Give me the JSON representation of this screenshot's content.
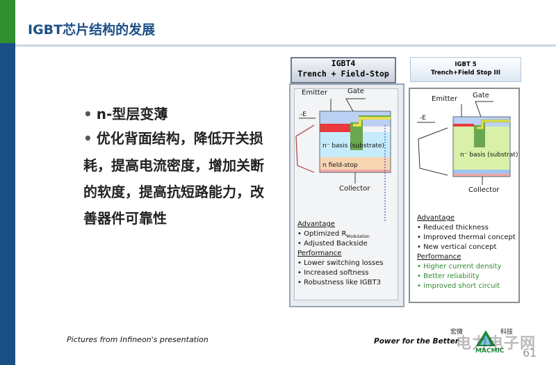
{
  "slide": {
    "title": "IGBT芯片结构的发展",
    "bullets": [
      "n-型层变薄",
      "优化背面结构，降低开关损"
    ],
    "bullet_continuation": [
      "耗，提高电流密度，增加关断",
      "的软度，提高抗短路能力，改",
      "善器件可靠性"
    ],
    "bullet_dot": "•"
  },
  "igbt4": {
    "head_line1": "IGBT4",
    "head_line2": "Trench + Field-Stop",
    "emitter": "Emitter",
    "gate": "Gate",
    "e_label": "-E",
    "basis": "n⁻ basis (substrate)",
    "field_stop": "n field-stop",
    "collector": "Collector",
    "advantage": "Advantage",
    "adv_items": [
      "• Optimized R",
      "• Adjusted Backside"
    ],
    "modulation_sub": "Modulation",
    "performance": "Performance",
    "perf_items": [
      "• Lower switching losses",
      "• Increased softness",
      "• Robustness like IGBT3"
    ]
  },
  "igbt5": {
    "head_line1": "IGBT 5",
    "head_line2": "Trench+Field Stop III",
    "emitter": "Emitter",
    "gate": "Gate",
    "e_label": "-E",
    "basis": "n⁻ basis (substrat)",
    "collector": "Collector",
    "advantage": "Advantage",
    "adv_items": [
      "• Reduced thickness",
      "• Improved thermal concept",
      "• New vertical concept"
    ],
    "performance": "Performance",
    "perf_items": [
      "• Higher current density",
      "• Better reliability",
      "• improved short circuit"
    ]
  },
  "footer": {
    "left": "Pictures from Infineon's presentation",
    "right": "Power for the Better",
    "page": "61"
  },
  "watermark": {
    "text": "电力电子网",
    "cn_left": "宏微",
    "cn_right": "科技",
    "en": "MACMIC"
  },
  "colors": {
    "title": "#1d4f87",
    "left_bar_top": "#2f8f2f",
    "left_bar": "#1a4f86",
    "green_text": "#2e8b2e"
  }
}
